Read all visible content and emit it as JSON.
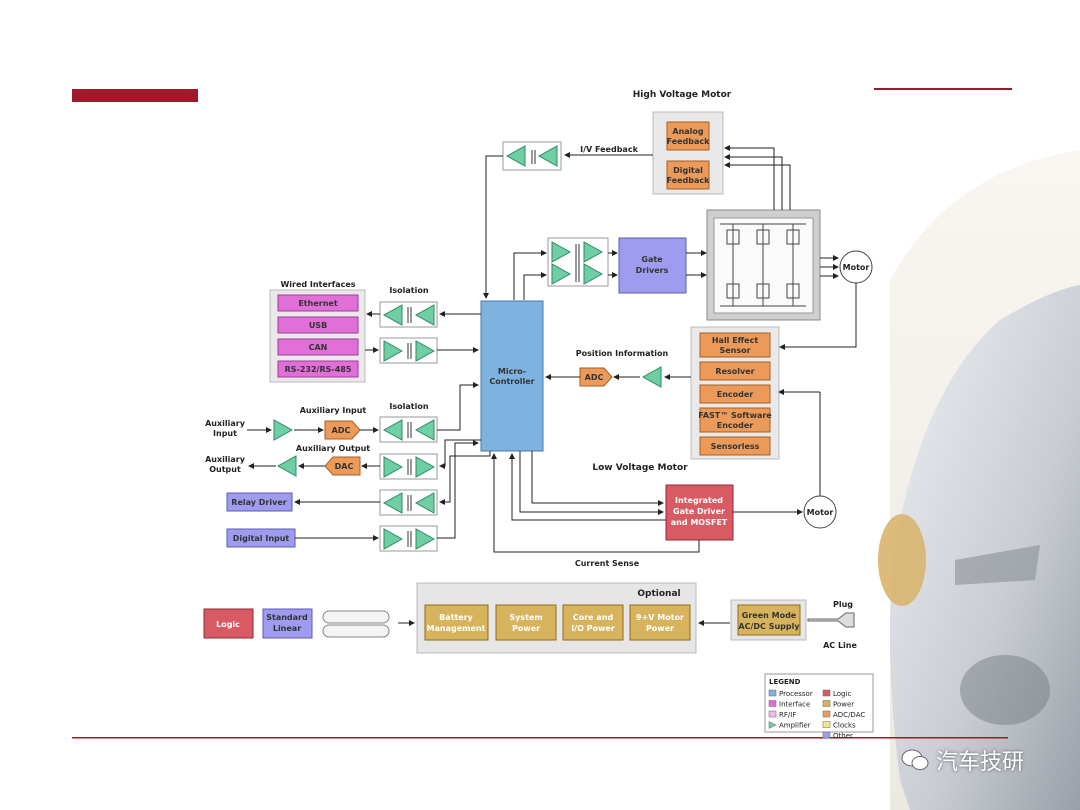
{
  "colors": {
    "accent": "#a0182a",
    "processor": "#7eb3e0",
    "interface": "#e06fd8",
    "amplifier": "#6dcfa3",
    "logic": "#d85a63",
    "power": "#d8b35e",
    "adcdac": "#ec9a5a",
    "clocks": "#f3ea82",
    "other": "#9f9cf0",
    "rfip": "#f5b7ee"
  },
  "blocks": {
    "microcontroller": [
      "Micro-",
      "Controller"
    ],
    "gate_drivers": [
      "Gate",
      "Drivers"
    ],
    "analog_feedback": [
      "Analog",
      "Feedback"
    ],
    "digital_feedback": [
      "Digital",
      "Feedback"
    ],
    "hall_effect": [
      "Hall Effect",
      "Sensor"
    ],
    "resolver": "Resolver",
    "encoder": "Encoder",
    "fast_encoder": [
      "FAST™ Software",
      "Encoder"
    ],
    "sensorless": "Sensorless",
    "adc_pos": "ADC",
    "adc_aux": "ADC",
    "dac_aux": "DAC",
    "ethernet": "Ethernet",
    "usb": "USB",
    "can": "CAN",
    "rs232": "RS-232/RS-485",
    "relay_driver": "Relay Driver",
    "digital_input": "Digital Input",
    "integrated_gate": [
      "Integrated",
      "Gate Driver",
      "and MOSFET"
    ],
    "motor_hv": "Motor",
    "motor_lv": "Motor",
    "logic": "Logic",
    "standard_linear": [
      "Standard",
      "Linear"
    ],
    "battery_mgmt": [
      "Battery",
      "Management"
    ],
    "system_power": [
      "System",
      "Power"
    ],
    "core_io_power": [
      "Core and",
      "I/O Power"
    ],
    "motor_power": [
      "9+V Motor",
      "Power"
    ],
    "green_mode": [
      "Green Mode",
      "AC/DC Supply"
    ]
  },
  "labels": {
    "high_voltage_motor": "High Voltage Motor",
    "low_voltage_motor": "Low Voltage Motor",
    "iv_feedback": "I/V Feedback",
    "wired_interfaces": "Wired Interfaces",
    "isolation_1": "Isolation",
    "isolation_2": "Isolation",
    "position_information": "Position Information",
    "auxiliary_input_title": "Auxiliary Input",
    "auxiliary_output_title": "Auxiliary Output",
    "auxiliary_input": [
      "Auxiliary",
      "Input"
    ],
    "auxiliary_output": [
      "Auxiliary",
      "Output"
    ],
    "current_sense": "Current Sense",
    "optional": "Optional",
    "plug": "Plug",
    "ac_line": "AC Line"
  },
  "legend": {
    "title": "LEGEND",
    "items": [
      {
        "label": "Processor",
        "color": "#7eb3e0"
      },
      {
        "label": "Interface",
        "color": "#e06fd8"
      },
      {
        "label": "RF/IF",
        "color": "#f5b7ee"
      },
      {
        "label": "Amplifier",
        "color": "#6dcfa3"
      },
      {
        "label": "Logic",
        "color": "#d85a63"
      },
      {
        "label": "Power",
        "color": "#d8b35e"
      },
      {
        "label": "ADC/DAC",
        "color": "#ec9a5a"
      },
      {
        "label": "Clocks",
        "color": "#f3ea82"
      },
      {
        "label": "Other",
        "color": "#9f9cf0"
      }
    ]
  },
  "watermark": "汽车技研"
}
